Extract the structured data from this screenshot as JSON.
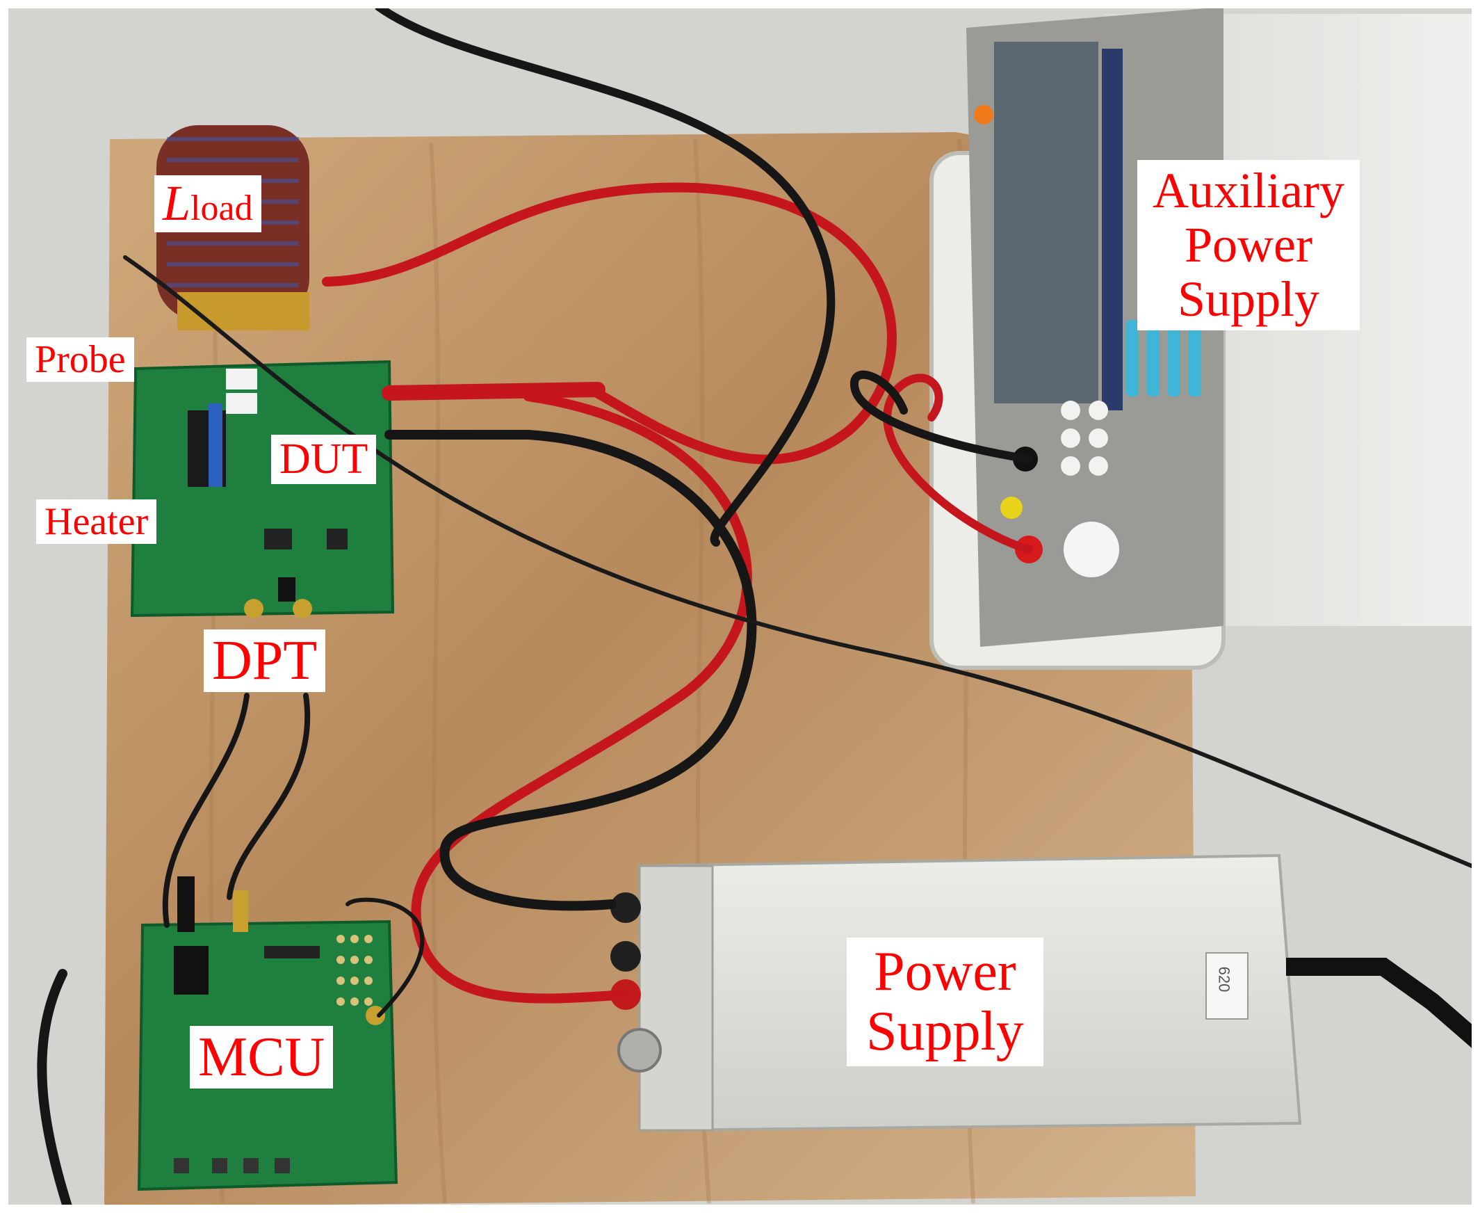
{
  "labels": {
    "l_load": {
      "main": "L",
      "sub": "load"
    },
    "probe": "Probe",
    "dut": "DUT",
    "heater": "Heater",
    "dpt": "DPT",
    "mcu": "MCU",
    "aux_supply": [
      "Auxiliary",
      "Power",
      "Supply"
    ],
    "power_supply": [
      "Power",
      "Supply"
    ],
    "tag": "620"
  },
  "colors": {
    "label_text": "#ff0000",
    "label_bg": "#ffffff",
    "pcb": "#1e7f3e",
    "wood": "#c8a47a",
    "red_cable": "#c4161c",
    "black_cable": "#161616",
    "psu_body": "#e2e2de"
  }
}
